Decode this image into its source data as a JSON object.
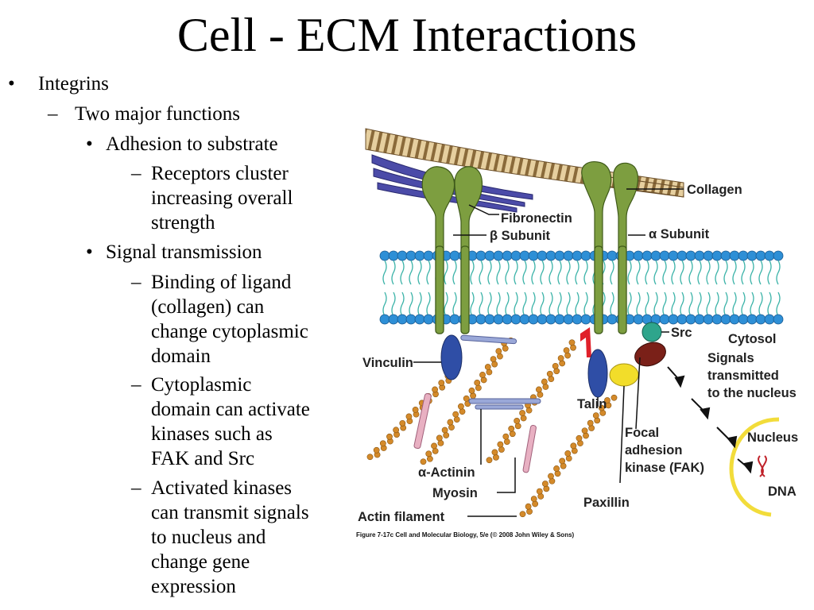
{
  "slide": {
    "title": "Cell - ECM Interactions",
    "bullets": {
      "l1": "Integrins",
      "l2": "Two major functions",
      "adhesion": "Adhesion to substrate",
      "adhesion_sub": [
        "Receptors cluster",
        "increasing overall",
        "strength"
      ],
      "signal": "Signal transmission",
      "signal_sub1": [
        "Binding of ligand",
        "(collagen) can",
        "change cytoplasmic",
        "domain"
      ],
      "signal_sub2": [
        "Cytoplasmic",
        "domain can activate",
        "kinases such as",
        "FAK and Src"
      ],
      "signal_sub3": [
        "Activated kinases",
        "can transmit signals",
        "to nucleus and",
        "change gene",
        "expression"
      ]
    },
    "markers": {
      "round": "•",
      "dash": "–"
    }
  },
  "figure": {
    "labels": {
      "collagen": "Collagen",
      "fibronectin": "Fibronectin",
      "beta": "β Subunit",
      "alpha": "α Subunit",
      "src": "Src",
      "cytosol": "Cytosol",
      "signals": [
        "Signals",
        "transmitted",
        "to the nucleus"
      ],
      "vinculin": "Vinculin",
      "talin": "Talin",
      "fak": [
        "Focal",
        "adhesion",
        "kinase (FAK)"
      ],
      "nucleus": "Nucleus",
      "dna": "DNA",
      "actinin": "α-Actinin",
      "myosin": "Myosin",
      "paxillin": "Paxillin",
      "actin": "Actin filament"
    },
    "caption": "Figure 7-17c  Cell and Molecular Biology, 5/e (© 2008 John Wiley & Sons)",
    "colors": {
      "membrane": "#2e8fd6",
      "tails": "#3bb3a8",
      "integrin": "#7a9a3c",
      "actin": "#d48a2a",
      "collagen": "#c9a877",
      "fibronectin": "#4747a0",
      "vinculin": "#2f4ea6",
      "talin": "#e0202a",
      "src": "#2ea58c",
      "fak": "#7a2018",
      "paxillin": "#f2dd2a",
      "nucleus": "#f2dc3a",
      "actinin": "#9aa8d8",
      "myosin": "#e3a6b8"
    }
  }
}
